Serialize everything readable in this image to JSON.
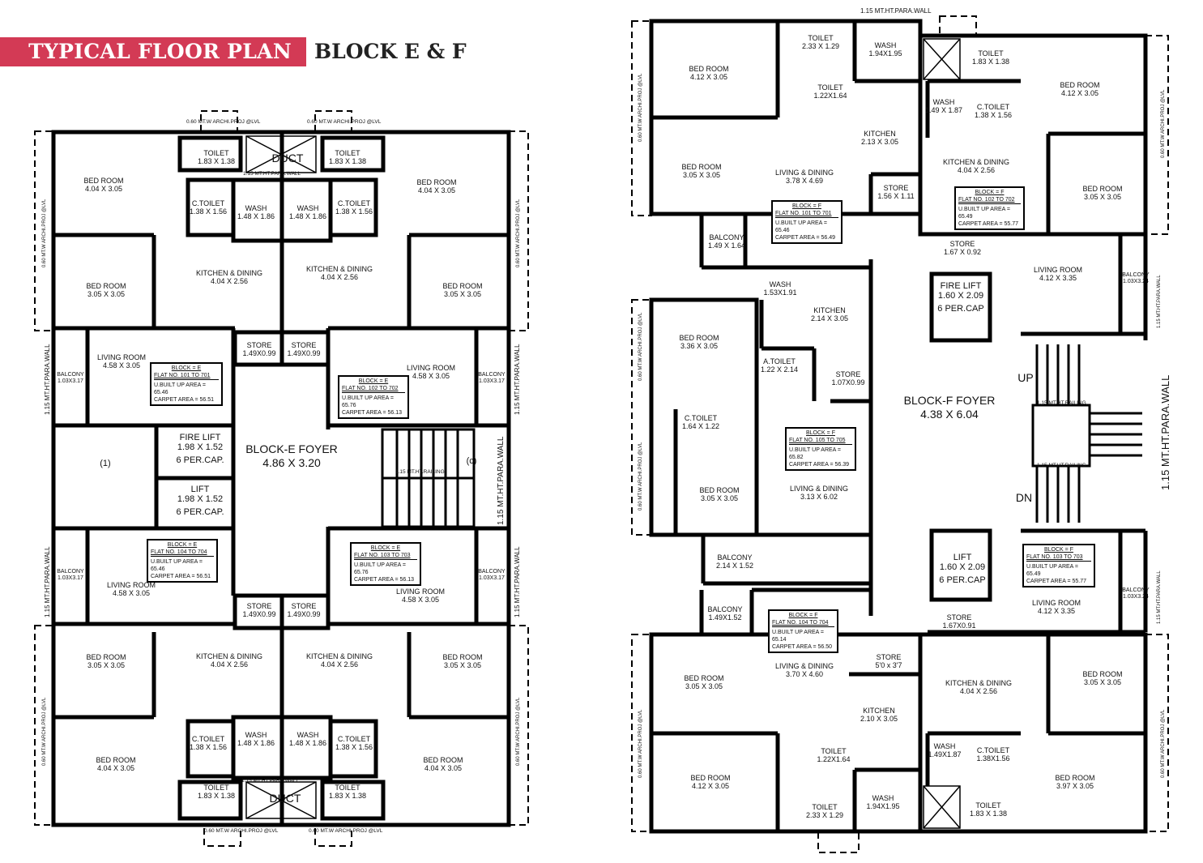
{
  "header": {
    "title": "TYPICAL FLOOR PLAN",
    "subtitle": "BLOCK E & F",
    "accent": "#d33a55"
  },
  "notes": {
    "proj": "0.60 MT.W ARCHI.PROJ @LVL",
    "para": "1.15 MT.HT.PARA.WALL",
    "railing": "1.15 MT.HT.RAILING",
    "duct": "DUCT"
  },
  "block_e": {
    "rooms": [
      {
        "name": "BED ROOM",
        "size": "4.04 X 3.05"
      },
      {
        "name": "TOILET",
        "size": "1.83 X 1.38"
      },
      {
        "name": "C.TOILET",
        "size": "1.38 X 1.56"
      },
      {
        "name": "WASH",
        "size": "1.48 X 1.86"
      },
      {
        "name": "BED ROOM",
        "size": "3.05 X 3.05"
      },
      {
        "name": "KITCHEN & DINING",
        "size": "4.04 X 2.56"
      },
      {
        "name": "STORE",
        "size": "1.49X0.99"
      },
      {
        "name": "LIVING ROOM",
        "size": "4.58 X 3.05"
      },
      {
        "name": "BALCONY",
        "size": "1.03X3.17"
      },
      {
        "name": "TOILET",
        "size": "1.83 X 1.38"
      },
      {
        "name": "BED ROOM",
        "size": "4.04 X 3.05"
      },
      {
        "name": "C.TOILET",
        "size": "1.38 X 1.56"
      },
      {
        "name": "WASH",
        "size": "1.48 X 1.86"
      },
      {
        "name": "KITCHEN & DINING",
        "size": "4.04 X 2.56"
      },
      {
        "name": "BED ROOM",
        "size": "3.05 X 3.05"
      },
      {
        "name": "STORE",
        "size": "1.49X0.99"
      },
      {
        "name": "LIVING ROOM",
        "size": "4.58 X 3.05"
      },
      {
        "name": "BALCONY",
        "size": "1.03X3.17"
      },
      {
        "name": "LIVING ROOM",
        "size": "4.58 X 3.05"
      },
      {
        "name": "BALCONY",
        "size": "1.03X3.17"
      },
      {
        "name": "STORE",
        "size": "1.49X0.99"
      },
      {
        "name": "KITCHEN & DINING",
        "size": "4.04 X 2.56"
      },
      {
        "name": "BED ROOM",
        "size": "3.05 X 3.05"
      },
      {
        "name": "C.TOILET",
        "size": "1.38 X 1.56"
      },
      {
        "name": "WASH",
        "size": "1.48 X 1.86"
      },
      {
        "name": "BED ROOM",
        "size": "4.04 X 3.05"
      },
      {
        "name": "TOILET",
        "size": "1.83 X 1.38"
      },
      {
        "name": "LIVING ROOM",
        "size": "4.58 X 3.05"
      },
      {
        "name": "BALCONY",
        "size": "1.03X3.17"
      },
      {
        "name": "STORE",
        "size": "1.49X0.99"
      },
      {
        "name": "KITCHEN & DINING",
        "size": "4.04 X 2.56"
      },
      {
        "name": "BED ROOM",
        "size": "3.05 X 3.05"
      },
      {
        "name": "C.TOILET",
        "size": "1.38 X 1.56"
      },
      {
        "name": "WASH",
        "size": "1.48 X 1.86"
      },
      {
        "name": "BED ROOM",
        "size": "4.04 X 3.05"
      },
      {
        "name": "TOILET",
        "size": "1.83 X 1.38"
      }
    ],
    "core": [
      {
        "name": "FIRE LIFT",
        "size": "1.98 X 1.52",
        "cap": "6 PER.CAP."
      },
      {
        "name": "LIFT",
        "size": "1.98 X 1.52",
        "cap": "6 PER.CAP."
      },
      {
        "name": "BLOCK-E FOYER",
        "size": "4.86 X 3.20",
        "cap": ""
      }
    ],
    "marks": [
      "(1)",
      "(c)"
    ],
    "flats": [
      {
        "block": "BLOCK = E",
        "flat": "FLAT NO. 101 TO 701",
        "builtup": "U.BUILT UP AREA = 65.46",
        "carpet": "CARPET AREA = 56.51"
      },
      {
        "block": "BLOCK = E",
        "flat": "FLAT NO. 102 TO 702",
        "builtup": "U.BUILT UP AREA = 65.76",
        "carpet": "CARPET AREA = 56.13"
      },
      {
        "block": "BLOCK = E",
        "flat": "FLAT NO. 104 TO 704",
        "builtup": "U.BUILT UP AREA = 65.46",
        "carpet": "CARPET AREA = 56.51"
      },
      {
        "block": "BLOCK = E",
        "flat": "FLAT NO. 103 TO 703",
        "builtup": "U.BUILT UP AREA = 65.76",
        "carpet": "CARPET AREA = 56.13"
      }
    ]
  },
  "block_f": {
    "rooms": [
      {
        "name": "BED ROOM",
        "size": "4.12 X 3.05"
      },
      {
        "name": "TOILET",
        "size": "2.33 X 1.29"
      },
      {
        "name": "WASH",
        "size": "1.94X1.95"
      },
      {
        "name": "TOILET",
        "size": "1.22X1.64"
      },
      {
        "name": "BED ROOM",
        "size": "3.05 X 3.05"
      },
      {
        "name": "KITCHEN",
        "size": "2.13 X 3.05"
      },
      {
        "name": "LIVING & DINING",
        "size": "3.78 X 4.69"
      },
      {
        "name": "STORE",
        "size": "1.56 X 1.11"
      },
      {
        "name": "BALCONY",
        "size": "1.49 X 1.64"
      },
      {
        "name": "TOILET",
        "size": "1.83 X 1.38"
      },
      {
        "name": "BED ROOM",
        "size": "4.12 X 3.05"
      },
      {
        "name": "WASH",
        "size": "1.49 X 1.87"
      },
      {
        "name": "C.TOILET",
        "size": "1.38 X 1.56"
      },
      {
        "name": "KITCHEN & DINING",
        "size": "4.04 X 2.56"
      },
      {
        "name": "BED ROOM",
        "size": "3.05 X 3.05"
      },
      {
        "name": "STORE",
        "size": "1.67 X 0.92"
      },
      {
        "name": "LIVING ROOM",
        "size": "4.12 X 3.35"
      },
      {
        "name": "BALCONY",
        "size": "1.03X3.24"
      },
      {
        "name": "WASH",
        "size": "1.53X1.91"
      },
      {
        "name": "KITCHEN",
        "size": "2.14 X 3.05"
      },
      {
        "name": "BED ROOM",
        "size": "3.36 X 3.05"
      },
      {
        "name": "A.TOILET",
        "size": "1.22 X 2.14"
      },
      {
        "name": "STORE",
        "size": "1.07X0.99"
      },
      {
        "name": "C.TOILET",
        "size": "1.64 X 1.22"
      },
      {
        "name": "BED ROOM",
        "size": "3.05 X 3.05"
      },
      {
        "name": "LIVING & DINING",
        "size": "3.13 X 6.02"
      },
      {
        "name": "BALCONY",
        "size": "2.14 X 1.52"
      },
      {
        "name": "BALCONY",
        "size": "1.49X1.52"
      },
      {
        "name": "STORE",
        "size": "5'0 x 3'7"
      },
      {
        "name": "LIVING & DINING",
        "size": "3.70 X 4.60"
      },
      {
        "name": "BED ROOM",
        "size": "3.05 X 3.05"
      },
      {
        "name": "KITCHEN",
        "size": "2.10 X 3.05"
      },
      {
        "name": "TOILET",
        "size": "1.22X1.64"
      },
      {
        "name": "BED ROOM",
        "size": "4.12 X 3.05"
      },
      {
        "name": "WASH",
        "size": "1.94X1.95"
      },
      {
        "name": "TOILET",
        "size": "2.33 X 1.29"
      },
      {
        "name": "LIVING ROOM",
        "size": "4.12 X 3.35"
      },
      {
        "name": "STORE",
        "size": "1.67X0.91"
      },
      {
        "name": "BALCONY",
        "size": "1.03X3.24"
      },
      {
        "name": "KITCHEN & DINING",
        "size": "4.04 X 2.56"
      },
      {
        "name": "BED ROOM",
        "size": "3.05 X 3.05"
      },
      {
        "name": "WASH",
        "size": "1.49X1.87"
      },
      {
        "name": "C.TOILET",
        "size": "1.38X1.56"
      },
      {
        "name": "BED ROOM",
        "size": "3.97 X 3.05"
      },
      {
        "name": "TOILET",
        "size": "1.83 X 1.38"
      }
    ],
    "core": [
      {
        "name": "FIRE LIFT",
        "size": "1.60 X 2.09",
        "cap": "6 PER.CAP"
      },
      {
        "name": "LIFT",
        "size": "1.60 X 2.09",
        "cap": "6 PER.CAP"
      },
      {
        "name": "BLOCK-F FOYER",
        "size": "4.38 X 6.04",
        "cap": ""
      }
    ],
    "stairs": {
      "up": "UP",
      "down": "DN"
    },
    "flats": [
      {
        "block": "BLOCK = F",
        "flat": "FLAT NO. 101 TO 701",
        "builtup": "U.BUILT UP AREA = 65.46",
        "carpet": "CARPET AREA = 56.49"
      },
      {
        "block": "BLOCK = F",
        "flat": "FLAT NO. 102 TO 702",
        "builtup": "U.BUILT UP AREA = 65.49",
        "carpet": "CARPET AREA = 55.77"
      },
      {
        "block": "BLOCK = F",
        "flat": "FLAT NO. 105 TO 705",
        "builtup": "U.BUILT UP AREA = 65.82",
        "carpet": "CARPET AREA = 56.39"
      },
      {
        "block": "BLOCK = F",
        "flat": "FLAT NO. 104 TO 704",
        "builtup": "U.BUILT UP AREA = 65.14",
        "carpet": "CARPET AREA = 56.50"
      },
      {
        "block": "BLOCK = F",
        "flat": "FLAT NO. 103 TO 703",
        "builtup": "U.BUILT UP AREA = 65.49",
        "carpet": "CARPET AREA = 55.77"
      }
    ]
  }
}
